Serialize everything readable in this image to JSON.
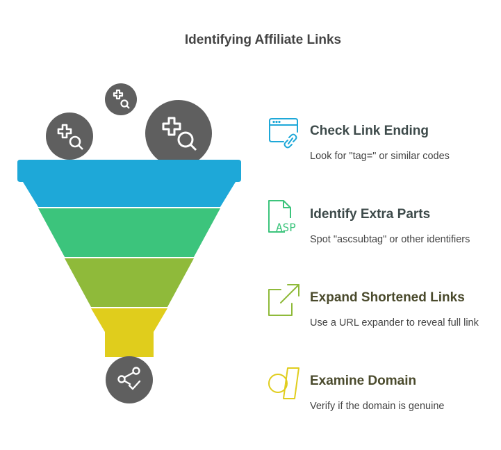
{
  "title": "Identifying Affiliate Links",
  "colors": {
    "blue": "#1ea8d8",
    "green": "#3cc47c",
    "olive": "#8fba3a",
    "yellow": "#e0cd1c",
    "circle": "#5f5f5f",
    "heading_dark": "#3d4a4a",
    "heading_olive": "#4a4a2c"
  },
  "funnel": {
    "top_icons": [
      "medical-search-icon",
      "medical-search-icon",
      "medical-search-icon"
    ],
    "bottom_icon": "share-check-icon"
  },
  "steps": [
    {
      "heading": "Check Link Ending",
      "description": "Look for \"tag=\" or similar codes",
      "icon": "browser-link-icon",
      "color": "#1ea8d8"
    },
    {
      "heading": "Identify Extra Parts",
      "description": "Spot \"ascsubtag\" or other identifiers",
      "icon": "asp-file-icon",
      "color": "#3cc47c"
    },
    {
      "heading": "Expand Shortened Links",
      "description": "Use a URL expander to reveal full link",
      "icon": "external-link-icon",
      "color": "#8fba3a"
    },
    {
      "heading": "Examine Domain",
      "description": "Verify if the domain is genuine",
      "icon": "domain-icon",
      "color": "#e0cd1c"
    }
  ]
}
